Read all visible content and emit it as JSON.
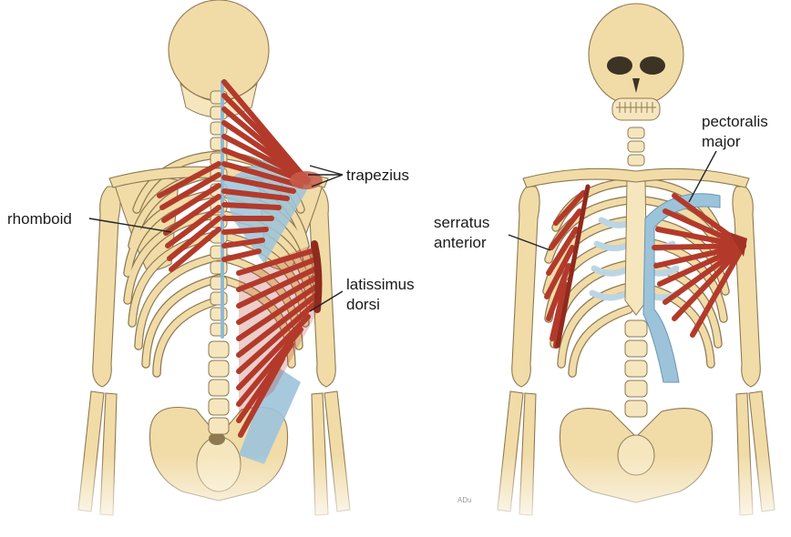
{
  "labels": {
    "trapezius": "trapezius",
    "rhomboid": "rhomboid",
    "latissimus_1": "latissimus",
    "latissimus_2": "dorsi",
    "serratus_1": "serratus",
    "serratus_2": "anterior",
    "pectoralis_1": "pectoralis",
    "pectoralis_2": "major"
  },
  "artist_signature": "ADu",
  "colors": {
    "bone": "#f1dca8",
    "bone_outline": "#8e7a52",
    "muscle": "#b33a2b",
    "tendon": "#8fbad3",
    "cartilage": "#bcd5e3"
  }
}
